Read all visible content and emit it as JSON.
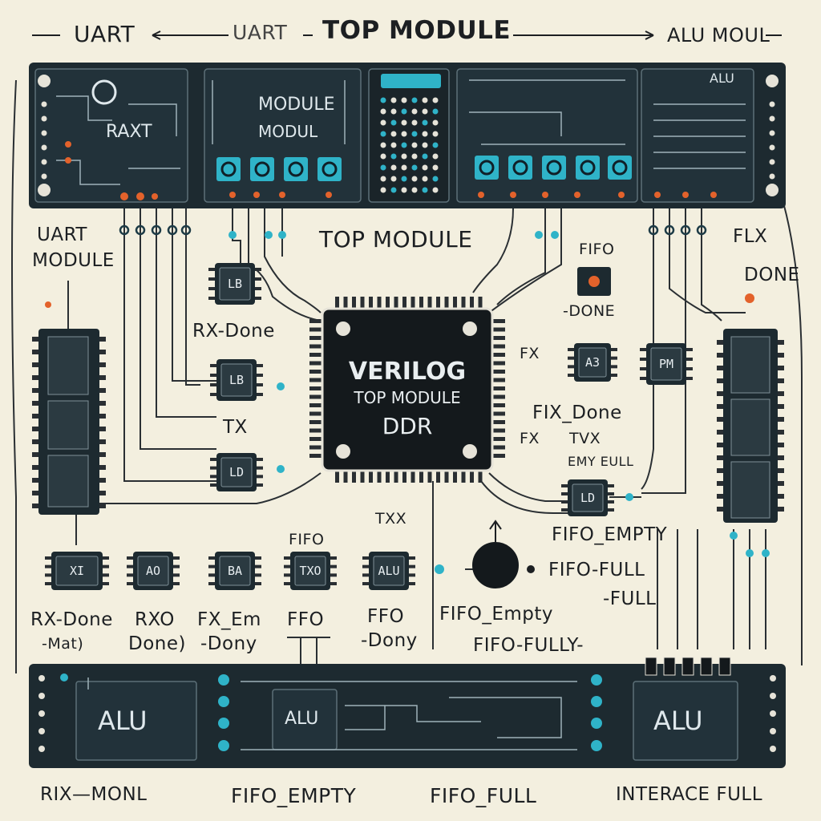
{
  "header": {
    "left_label": "UART",
    "left_label_2": "UART",
    "title": "TOP MODULE",
    "right_label": "ALU MOUL"
  },
  "top_board": {
    "left_chip_label": "RAXT",
    "mid_module_1": "MODULE",
    "mid_module_2": "MODUL",
    "right_alu_label": "ALU"
  },
  "side_labels": {
    "uart_module_1": "UART",
    "uart_module_2": "MODULE",
    "top_module": "TOP MODULE",
    "fifo": "FIFO",
    "done": "-DONE",
    "flx": "FLX",
    "flx_done": "DONE",
    "fx": "FX",
    "fix_done": "FIX_Done",
    "fx2": "FX",
    "tvx": "TVX",
    "emy_full": "EMY EULL",
    "rx_done": "RX-Done",
    "tx": "TX",
    "txx": "TXX",
    "fifo_empty": "FIFO_EMPTY",
    "fifo_full": "FIFO-FULL",
    "full": "-FULL",
    "fifo_empty_2": "FIFO_Empty",
    "fifo_fully": "FIFO-FULLY-"
  },
  "cpu": {
    "line1": "VERILOG",
    "line2": "TOP MODULE",
    "line3": "DDR"
  },
  "small_chips": [
    {
      "id": "rx",
      "text": "XI"
    },
    {
      "id": "ao",
      "text": "AO"
    },
    {
      "id": "ba",
      "text": "BA"
    },
    {
      "id": "txo",
      "text": "TXO"
    },
    {
      "id": "alu",
      "text": "ALU"
    },
    {
      "id": "a3",
      "text": "A3"
    },
    {
      "id": "pm",
      "text": "PM"
    },
    {
      "id": "lb1",
      "text": "LB"
    },
    {
      "id": "lb2",
      "text": "LB"
    },
    {
      "id": "ld",
      "text": "LD"
    },
    {
      "id": "ld2",
      "text": "LD"
    }
  ],
  "bottom_captions": {
    "c1_line1": "RX-Done",
    "c1_line2": "-Mat)",
    "c2_line1": "RXO",
    "c2_line2": "Done)",
    "c3_line1": "FX_Em",
    "c3_line2": "-Dony",
    "c4_line1": "FFO",
    "c5_line1": "FFO",
    "c5_line2": "-Dony",
    "fifo_above": "FIFO"
  },
  "bottom_board": {
    "alu_1": "ALU",
    "alu_2": "ALU",
    "alu_3": "ALU"
  },
  "footer": {
    "f1": "RIX—MONL",
    "f2": "FIFO_EMPTY",
    "f3": "FIFO_FULL",
    "f4": "INTERACE FULL"
  },
  "colors": {
    "background": "#f3efdf",
    "board": "#1d2a30",
    "wire": "#2a2f33",
    "accent_blue": "#2fb3c8",
    "accent_orange": "#e3622b"
  }
}
